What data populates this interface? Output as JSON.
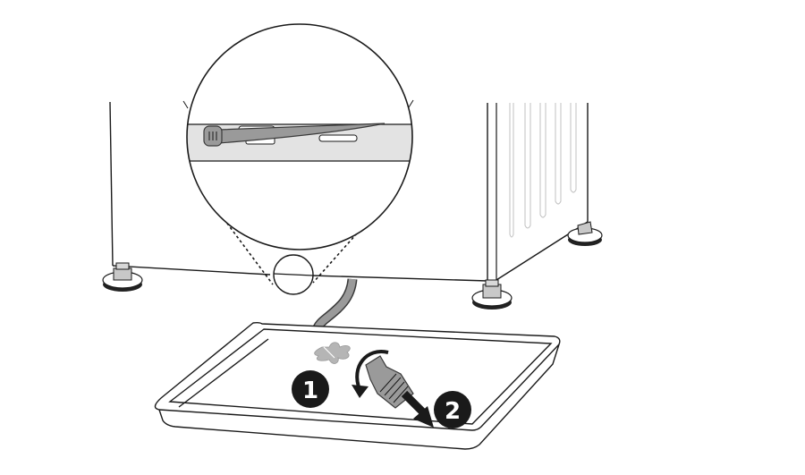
{
  "figure": {
    "description": "Draining residual water from washer drain hose into a tray",
    "colors": {
      "line": "#1a1a1a",
      "hose": "#9a9a9a",
      "hose_outline": "#3a3a3a",
      "panel_band": "#e3e3e3",
      "badge": "#1a1a1a",
      "water": "#b5b5b5",
      "fins": "#c8c8c8"
    }
  },
  "steps": [
    {
      "number": "1",
      "action": "Rotate drain cap counter-clockwise"
    },
    {
      "number": "2",
      "action": "Pull drain cap out"
    }
  ]
}
